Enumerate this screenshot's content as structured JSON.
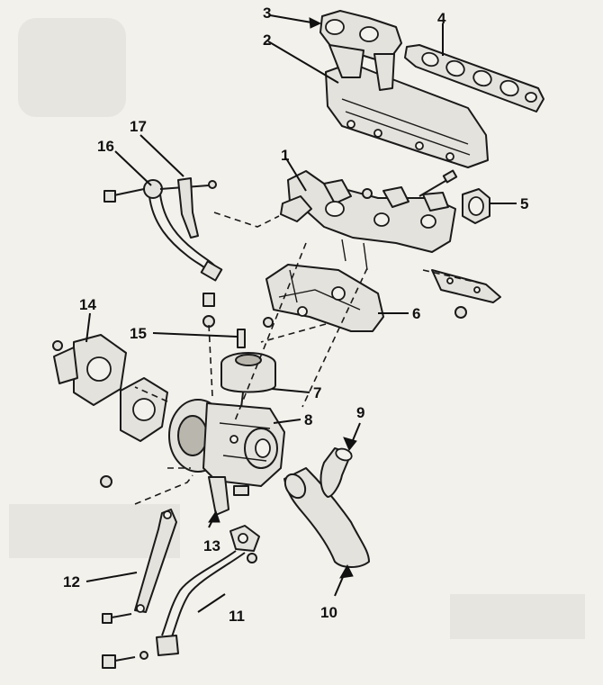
{
  "callouts": [
    {
      "id": "1",
      "label": "1"
    },
    {
      "id": "2",
      "label": "2"
    },
    {
      "id": "3",
      "label": "3"
    },
    {
      "id": "4",
      "label": "4"
    },
    {
      "id": "5",
      "label": "5"
    },
    {
      "id": "6",
      "label": "6"
    },
    {
      "id": "7",
      "label": "7"
    },
    {
      "id": "8",
      "label": "8"
    },
    {
      "id": "9",
      "label": "9"
    },
    {
      "id": "10",
      "label": "10"
    },
    {
      "id": "11",
      "label": "11"
    },
    {
      "id": "12",
      "label": "12"
    },
    {
      "id": "13",
      "label": "13"
    },
    {
      "id": "14",
      "label": "14"
    },
    {
      "id": "15",
      "label": "15"
    },
    {
      "id": "16",
      "label": "16"
    },
    {
      "id": "17",
      "label": "17"
    }
  ],
  "colors": {
    "paper": "#f3f1ec",
    "ink": "#1a1a1a",
    "part_fill": "#e4e2dc"
  }
}
